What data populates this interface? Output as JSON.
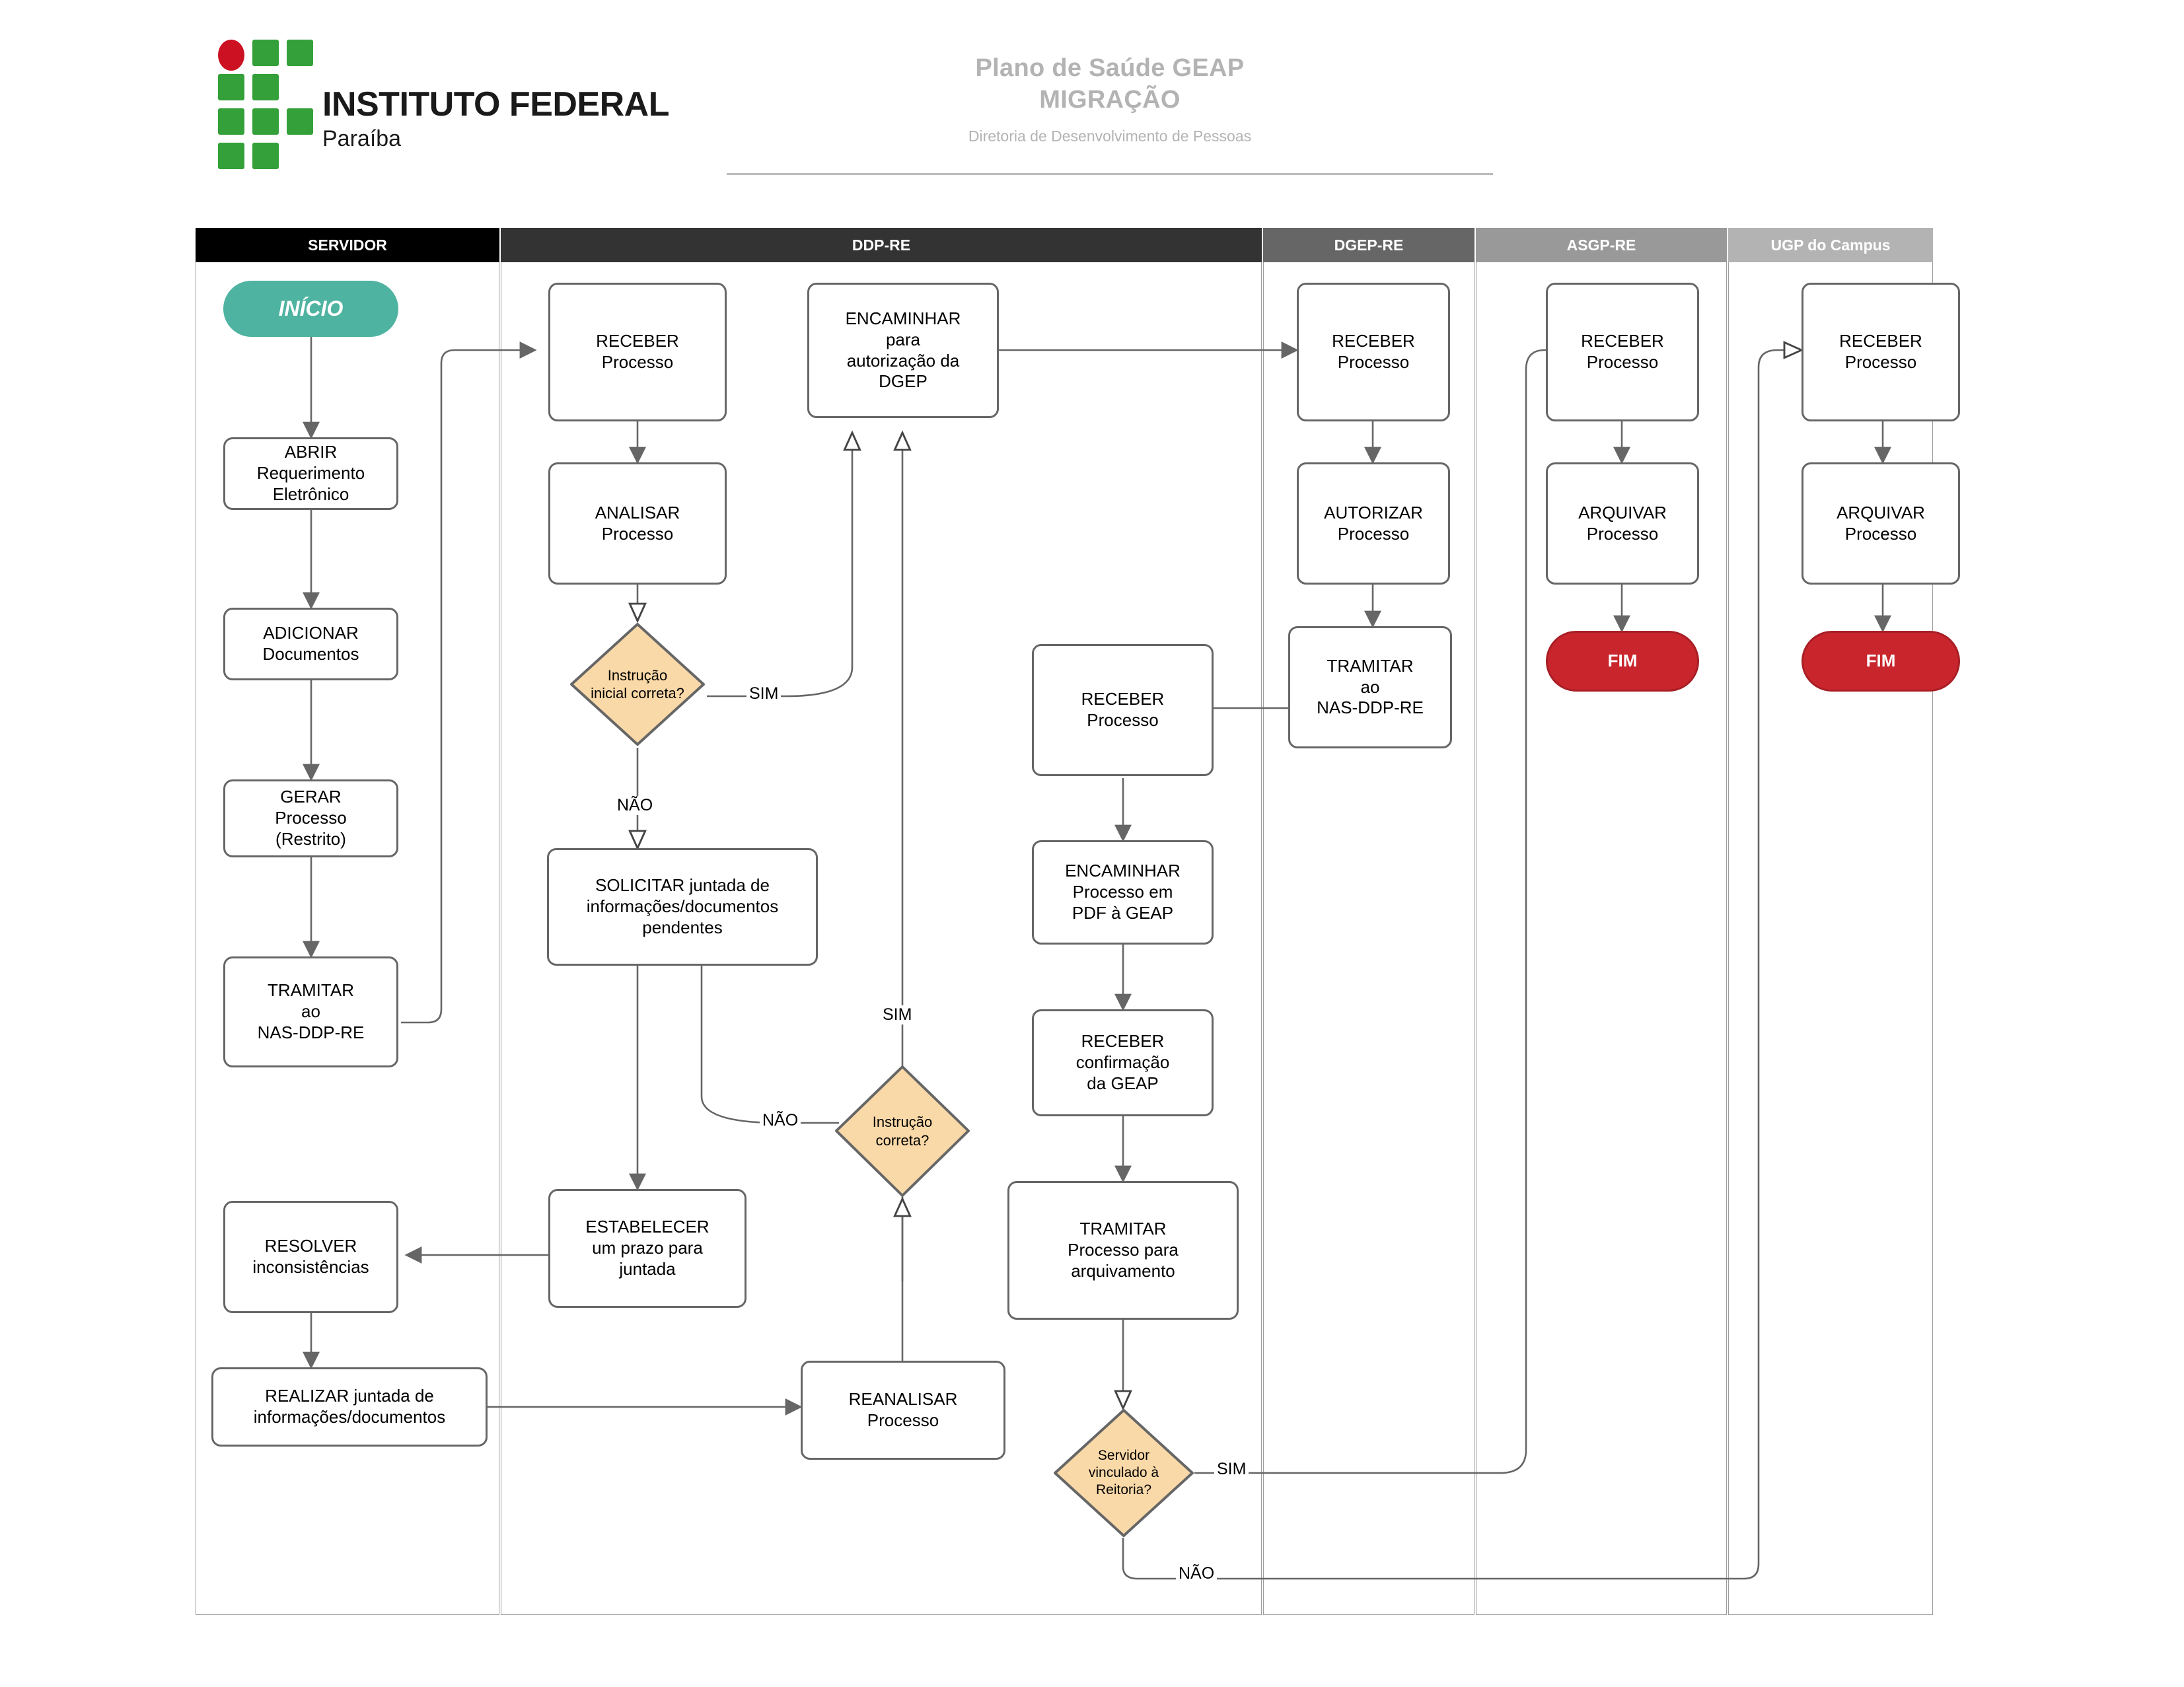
{
  "header": {
    "logo_title": "INSTITUTO FEDERAL",
    "logo_subtitle": "Paraíba",
    "title_line1": "Plano de Saúde GEAP",
    "title_line2": "MIGRAÇÃO",
    "subtitle": "Diretoria de Desenvolvimento de Pessoas"
  },
  "colors": {
    "lane_servidor": "#000000",
    "lane_ddpre": "#333333",
    "lane_dgepre": "#666666",
    "lane_asgpre": "#999999",
    "lane_ugp": "#b3b3b3",
    "start_fill": "#4fb3a1",
    "end_fill": "#c9252d",
    "decision_fill": "#fad9a8",
    "decision_stroke": "#666666",
    "node_stroke": "#666666",
    "edge_stroke": "#666666",
    "header_text": "#b3b3b3",
    "logo_green": "#34a03a",
    "logo_red": "#cc1122"
  },
  "lanes": [
    {
      "id": "servidor",
      "label": "SERVIDOR"
    },
    {
      "id": "ddp-re",
      "label": "DDP-RE"
    },
    {
      "id": "dgep-re",
      "label": "DGEP-RE"
    },
    {
      "id": "asgp-re",
      "label": "ASGP-RE"
    },
    {
      "id": "ugp-campus",
      "label": "UGP do Campus"
    }
  ],
  "nodes": {
    "inicio": "INÍCIO",
    "abrir": "ABRIR\nRequerimento\nEletrônico",
    "adicionar": "ADICIONAR\nDocumentos",
    "gerar": "GERAR\nProcesso\n(Restrito)",
    "tramitar_nas": "TRAMITAR\nao\nNAS-DDP-RE",
    "resolver": "RESOLVER\ninconsistências",
    "realizar": "REALIZAR  juntada de\ninformações/documentos",
    "receber_ddp": "RECEBER\nProcesso",
    "analisar": "ANALISAR\nProcesso",
    "dec_instr_inicial": "Instrução\ninicial correta?",
    "solicitar": "SOLICITAR juntada de\ninformações/documentos\npendentes",
    "estabelecer": "ESTABELECER\num prazo para\njuntada",
    "dec_instr": "Instrução\ncorreta?",
    "reanalisar": "REANALISAR\nProcesso",
    "encaminhar_dgep": "ENCAMINHAR\npara\nautorização da\nDGEP",
    "receber_ddp2": "RECEBER\nProcesso",
    "encaminhar_geap": "ENCAMINHAR\nProcesso em\nPDF à GEAP",
    "receber_conf": "RECEBER\nconfirmação\nda GEAP",
    "tramitar_arq": "TRAMITAR\nProcesso para\narquivamento",
    "dec_servidor_reitoria": "Servidor\nvinculado à\nReitoria?",
    "receber_dgep": "RECEBER\nProcesso",
    "autorizar": "AUTORIZAR\nProcesso",
    "tramitar_nas_dgep": "TRAMITAR\nao\nNAS-DDP-RE",
    "receber_asgp": "RECEBER\nProcesso",
    "arquivar_asgp": "ARQUIVAR\nProcesso",
    "fim_asgp": "FIM",
    "receber_ugp": "RECEBER\nProcesso",
    "arquivar_ugp": "ARQUIVAR\nProcesso",
    "fim_ugp": "FIM"
  },
  "edge_labels": {
    "sim_instr_inicial": "SIM",
    "nao_instr_inicial": "NÃO",
    "sim_instr": "SIM",
    "nao_instr": "NÃO",
    "sim_reitoria": "SIM",
    "nao_reitoria": "NÃO"
  }
}
